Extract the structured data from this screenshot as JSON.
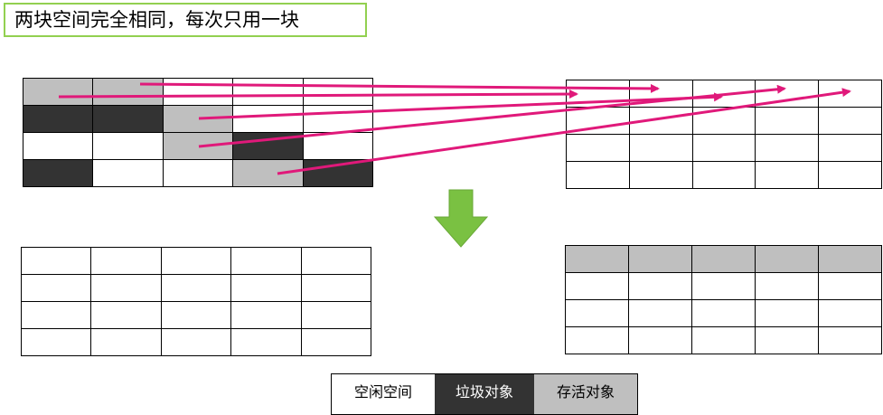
{
  "title": "两块空间完全相同，每次只用一块",
  "legend": {
    "free": "空闲空间",
    "garbage": "垃圾对象",
    "live": "存活对象"
  },
  "colors": {
    "free": "#ffffff",
    "live": "#bfbfbf",
    "garbage": "#333333",
    "arrow": "#e0197a",
    "down_arrow": "#7ac142",
    "title_border": "#92d050"
  },
  "grids": {
    "before_active": [
      [
        "live",
        "live",
        "free",
        "free",
        "free"
      ],
      [
        "garbage",
        "garbage",
        "live",
        "free",
        "free"
      ],
      [
        "free",
        "free",
        "live",
        "garbage",
        "free"
      ],
      [
        "garbage",
        "free",
        "free",
        "live",
        "garbage"
      ]
    ],
    "before_reserve": [
      [
        "free",
        "free",
        "free",
        "free",
        "free"
      ],
      [
        "free",
        "free",
        "free",
        "free",
        "free"
      ],
      [
        "free",
        "free",
        "free",
        "free",
        "free"
      ],
      [
        "free",
        "free",
        "free",
        "free",
        "free"
      ]
    ],
    "after_cleared": [
      [
        "free",
        "free",
        "free",
        "free",
        "free"
      ],
      [
        "free",
        "free",
        "free",
        "free",
        "free"
      ],
      [
        "free",
        "free",
        "free",
        "free",
        "free"
      ],
      [
        "free",
        "free",
        "free",
        "free",
        "free"
      ]
    ],
    "after_compacted": [
      [
        "live",
        "live",
        "live",
        "live",
        "live"
      ],
      [
        "free",
        "free",
        "free",
        "free",
        "free"
      ],
      [
        "free",
        "free",
        "free",
        "free",
        "free"
      ],
      [
        "free",
        "free",
        "free",
        "free",
        "free"
      ]
    ]
  }
}
